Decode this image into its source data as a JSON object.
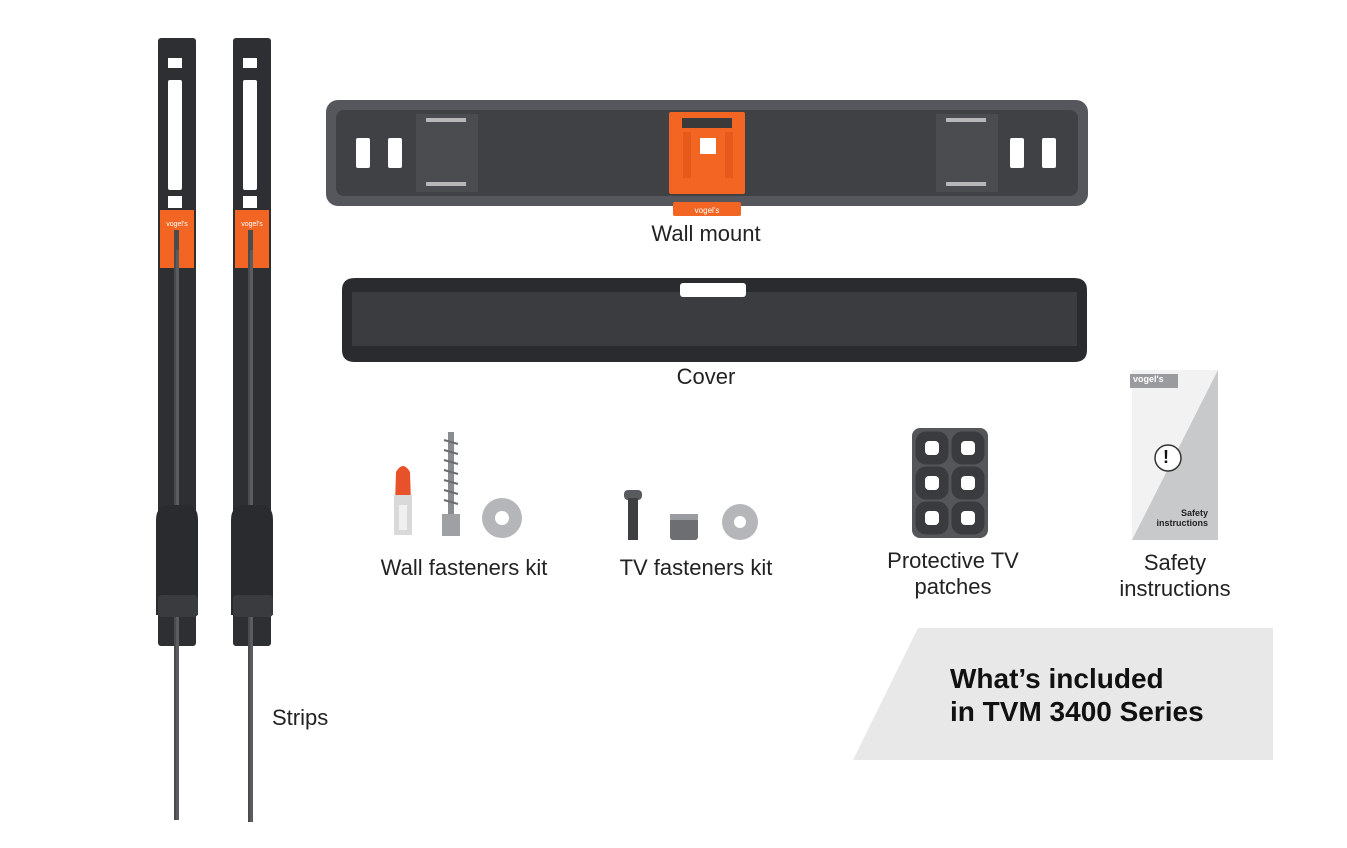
{
  "colors": {
    "strip_dark": "#2e2f32",
    "mount_gray": "#55575c",
    "mount_panel": "#3f4145",
    "accent_orange": "#f26522",
    "cover_dark": "#2a2b2e",
    "banner_gray": "#e8e8e8"
  },
  "labels": {
    "strips": "Strips",
    "wall_mount": "Wall mount",
    "cover": "Cover",
    "wall_fasteners_kit": "Wall fasteners kit",
    "tv_fasteners_kit": "TV fasteners kit",
    "protective_tv_patches_line1": "Protective TV",
    "protective_tv_patches_line2": "patches",
    "safety_instructions_line1": "Safety",
    "safety_instructions_line2": "instructions"
  },
  "banner": {
    "line1": "What’s included",
    "line2": "in TVM 3400 Series"
  },
  "booklet": {
    "brand": "vogel's",
    "title_line1": "Safety",
    "title_line2": "instructions",
    "warning_symbol": "!"
  },
  "brand_tag": "vogel's"
}
